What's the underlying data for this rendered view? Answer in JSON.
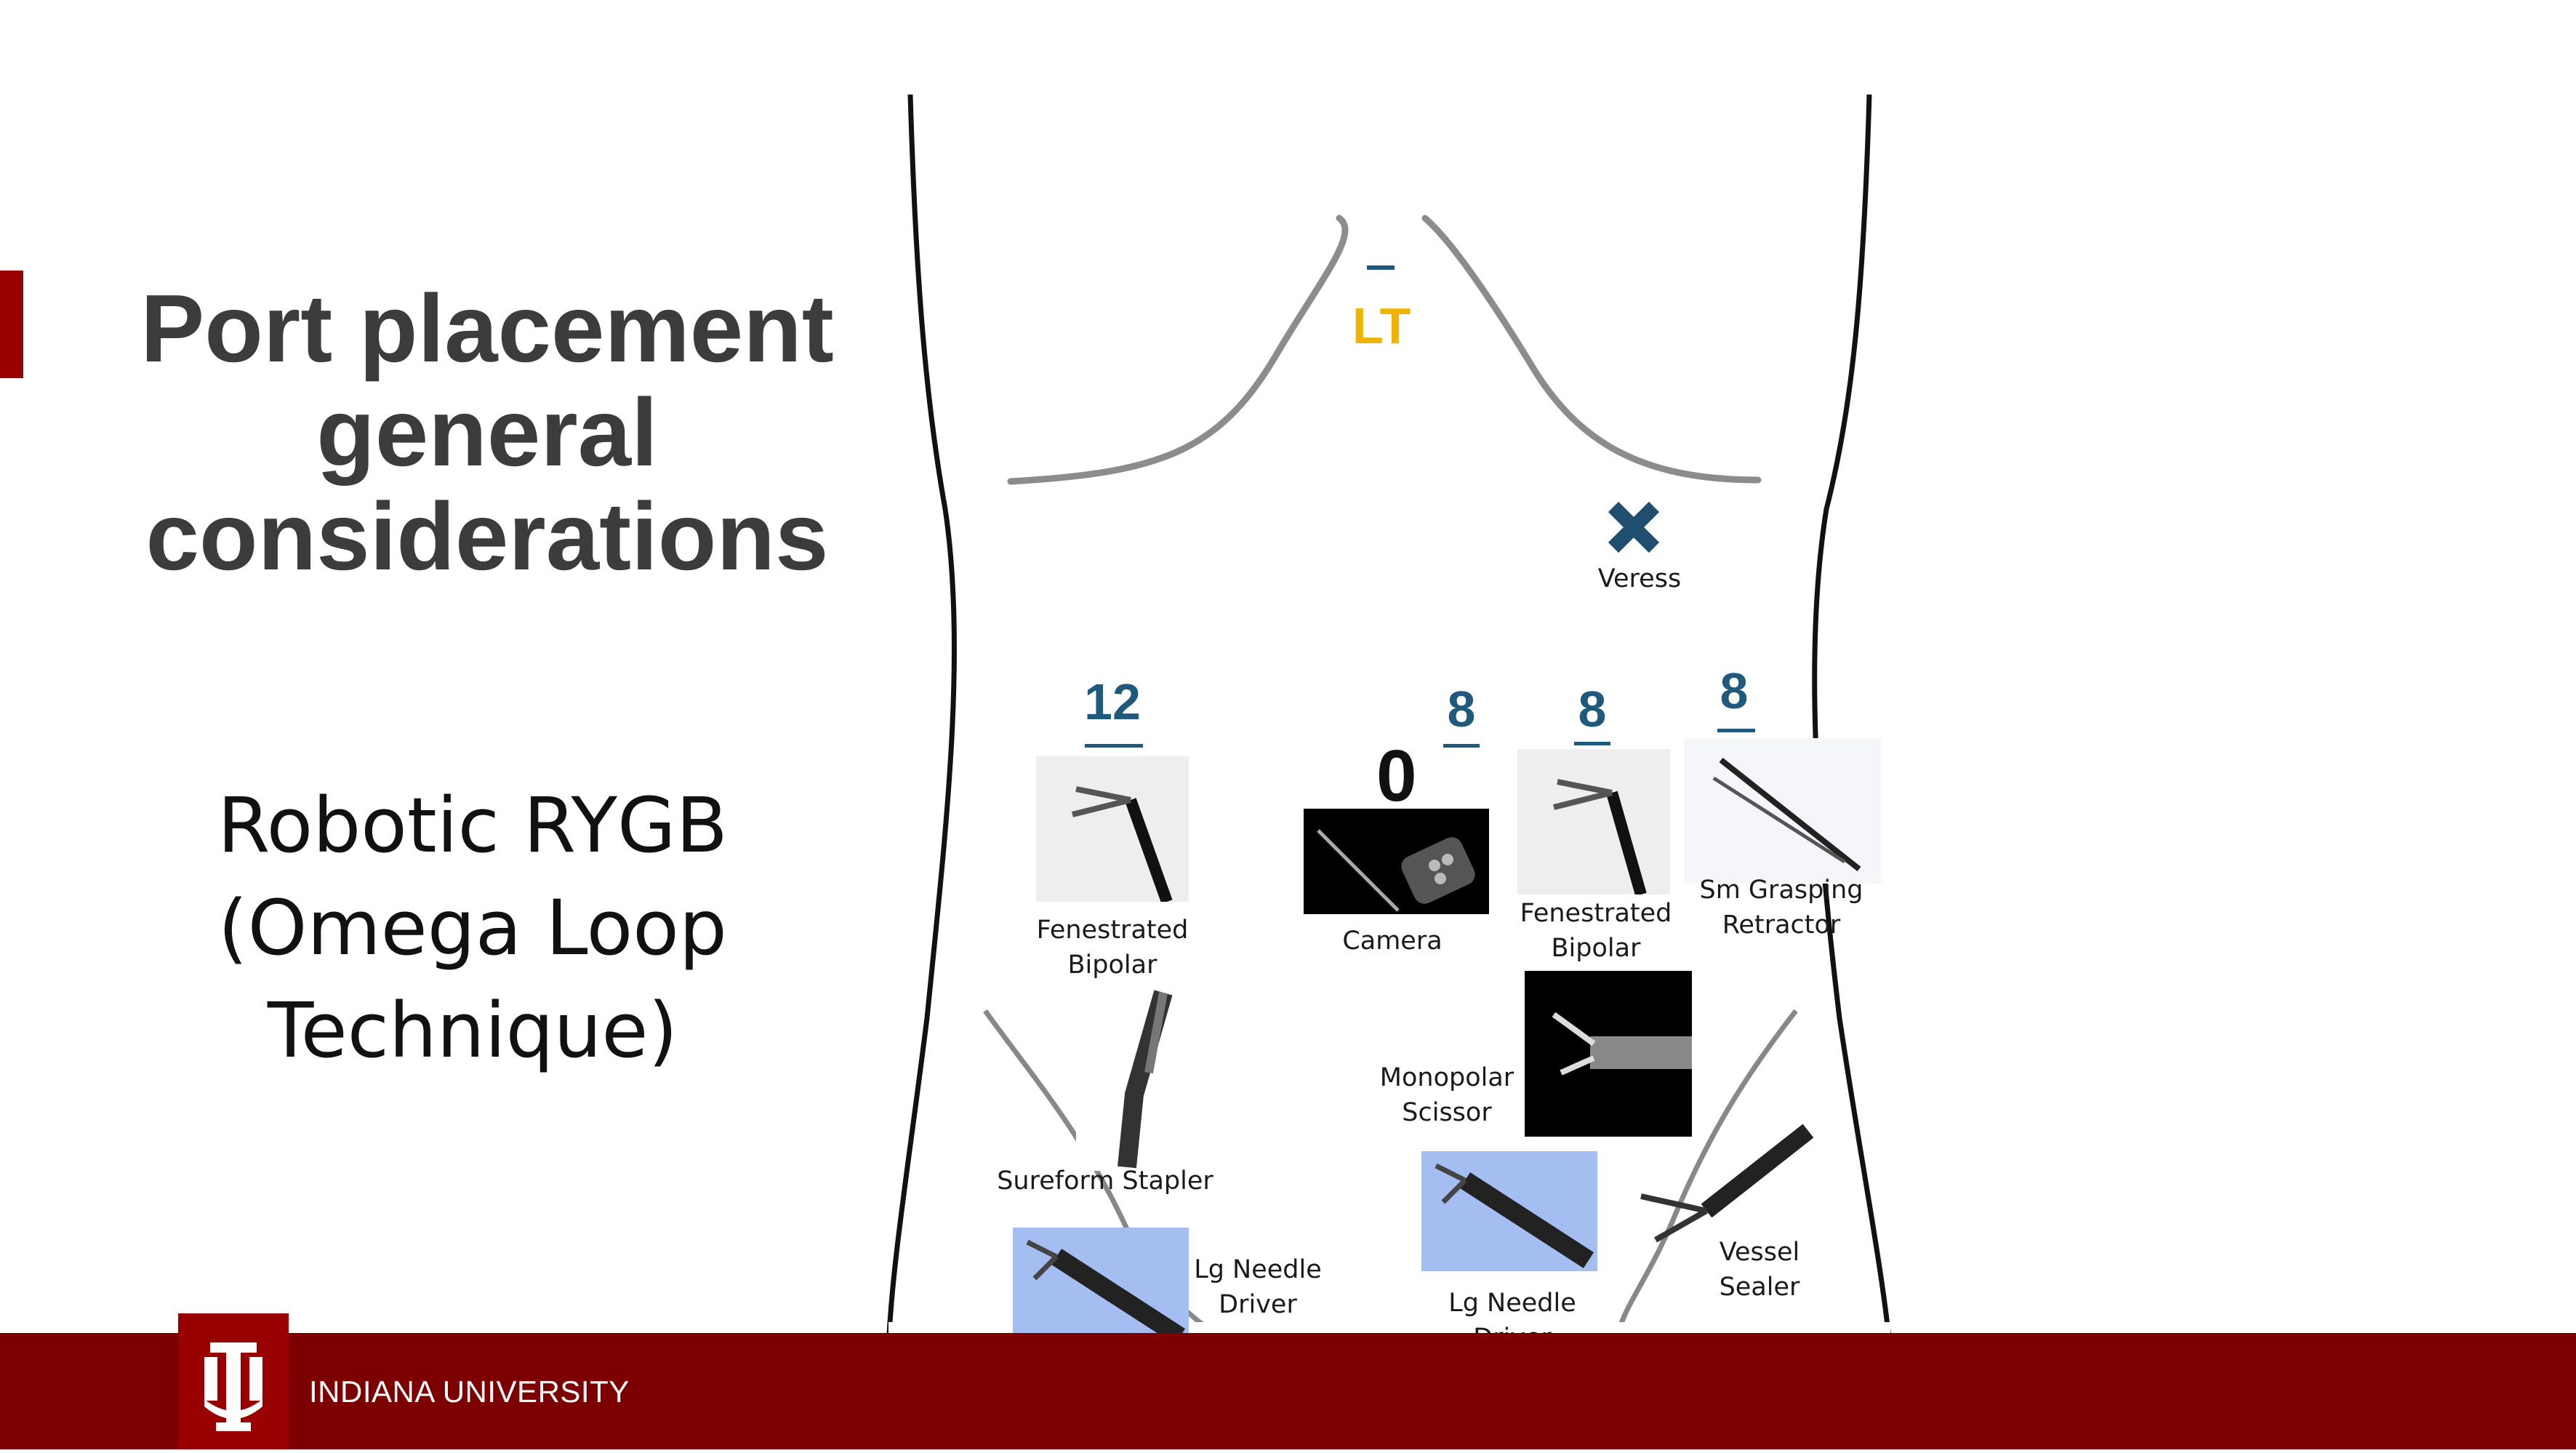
{
  "slide": {
    "title": "Port placement\ngeneral\nconsiderations",
    "subtitle": "Robotic RYGB\n(Omega Loop\nTechnique)",
    "footer_text": "INDIANA UNIVERSITY"
  },
  "colors": {
    "accent": "#990000",
    "footer": "#7d0000",
    "port": "#1f5a7c",
    "liver": "#f0b400"
  },
  "diagram": {
    "lt_label": "LT",
    "veress_label": "Veress",
    "ports": [
      "12",
      "8",
      "8",
      "8"
    ],
    "camera_zero": "0",
    "instruments": {
      "fenestrated_bipolar_left": "Fenestrated\nBipolar",
      "camera": "Camera",
      "fenestrated_bipolar_right": "Fenestrated\nBipolar",
      "sm_grasping_retractor": "Sm Grasping\nRetractor",
      "sureform_stapler": "Sureform Stapler",
      "monopolar_scissor": "Monopolar\nScissor",
      "lg_needle_driver_left": "Lg Needle\nDriver",
      "lg_needle_driver_right": "Lg Needle\nDriver",
      "vessel_sealer": "Vessel\nSealer"
    }
  }
}
